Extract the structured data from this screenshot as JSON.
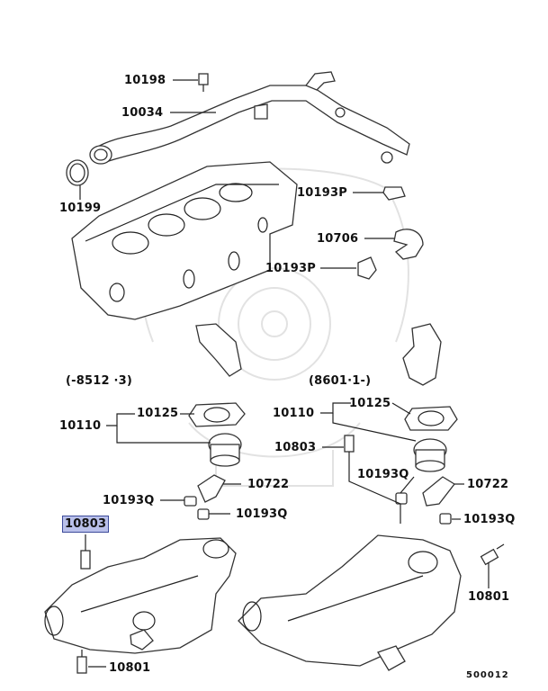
{
  "labels": {
    "l10198": "10198",
    "l10034": "10034",
    "l10199": "10199",
    "l10193p_upper": "10193P",
    "l10706": "10706",
    "l10193p_lower": "10193P",
    "date_left": "(-8512 ·3)",
    "date_right": "(8601·1-)",
    "l10125_left": "10125",
    "l10110_left": "10110",
    "l10125_right": "10125",
    "l10110_right": "10110",
    "l10803_right": "10803",
    "l10722_left": "10722",
    "l10193q_left_a": "10193Q",
    "l10193q_left_b": "10193Q",
    "l10193q_right_a": "10193Q",
    "l10722_right": "10722",
    "l10193q_right_b": "10193Q",
    "l10803_highlight": "10803",
    "l10801_right": "10801",
    "l10801_left": "10801",
    "figure_number": "500012"
  },
  "colors": {
    "highlight_fill": "#b9c0ea",
    "highlight_border": "#3c4a9a",
    "line": "#222222",
    "watermark": "#e2e2e2"
  }
}
